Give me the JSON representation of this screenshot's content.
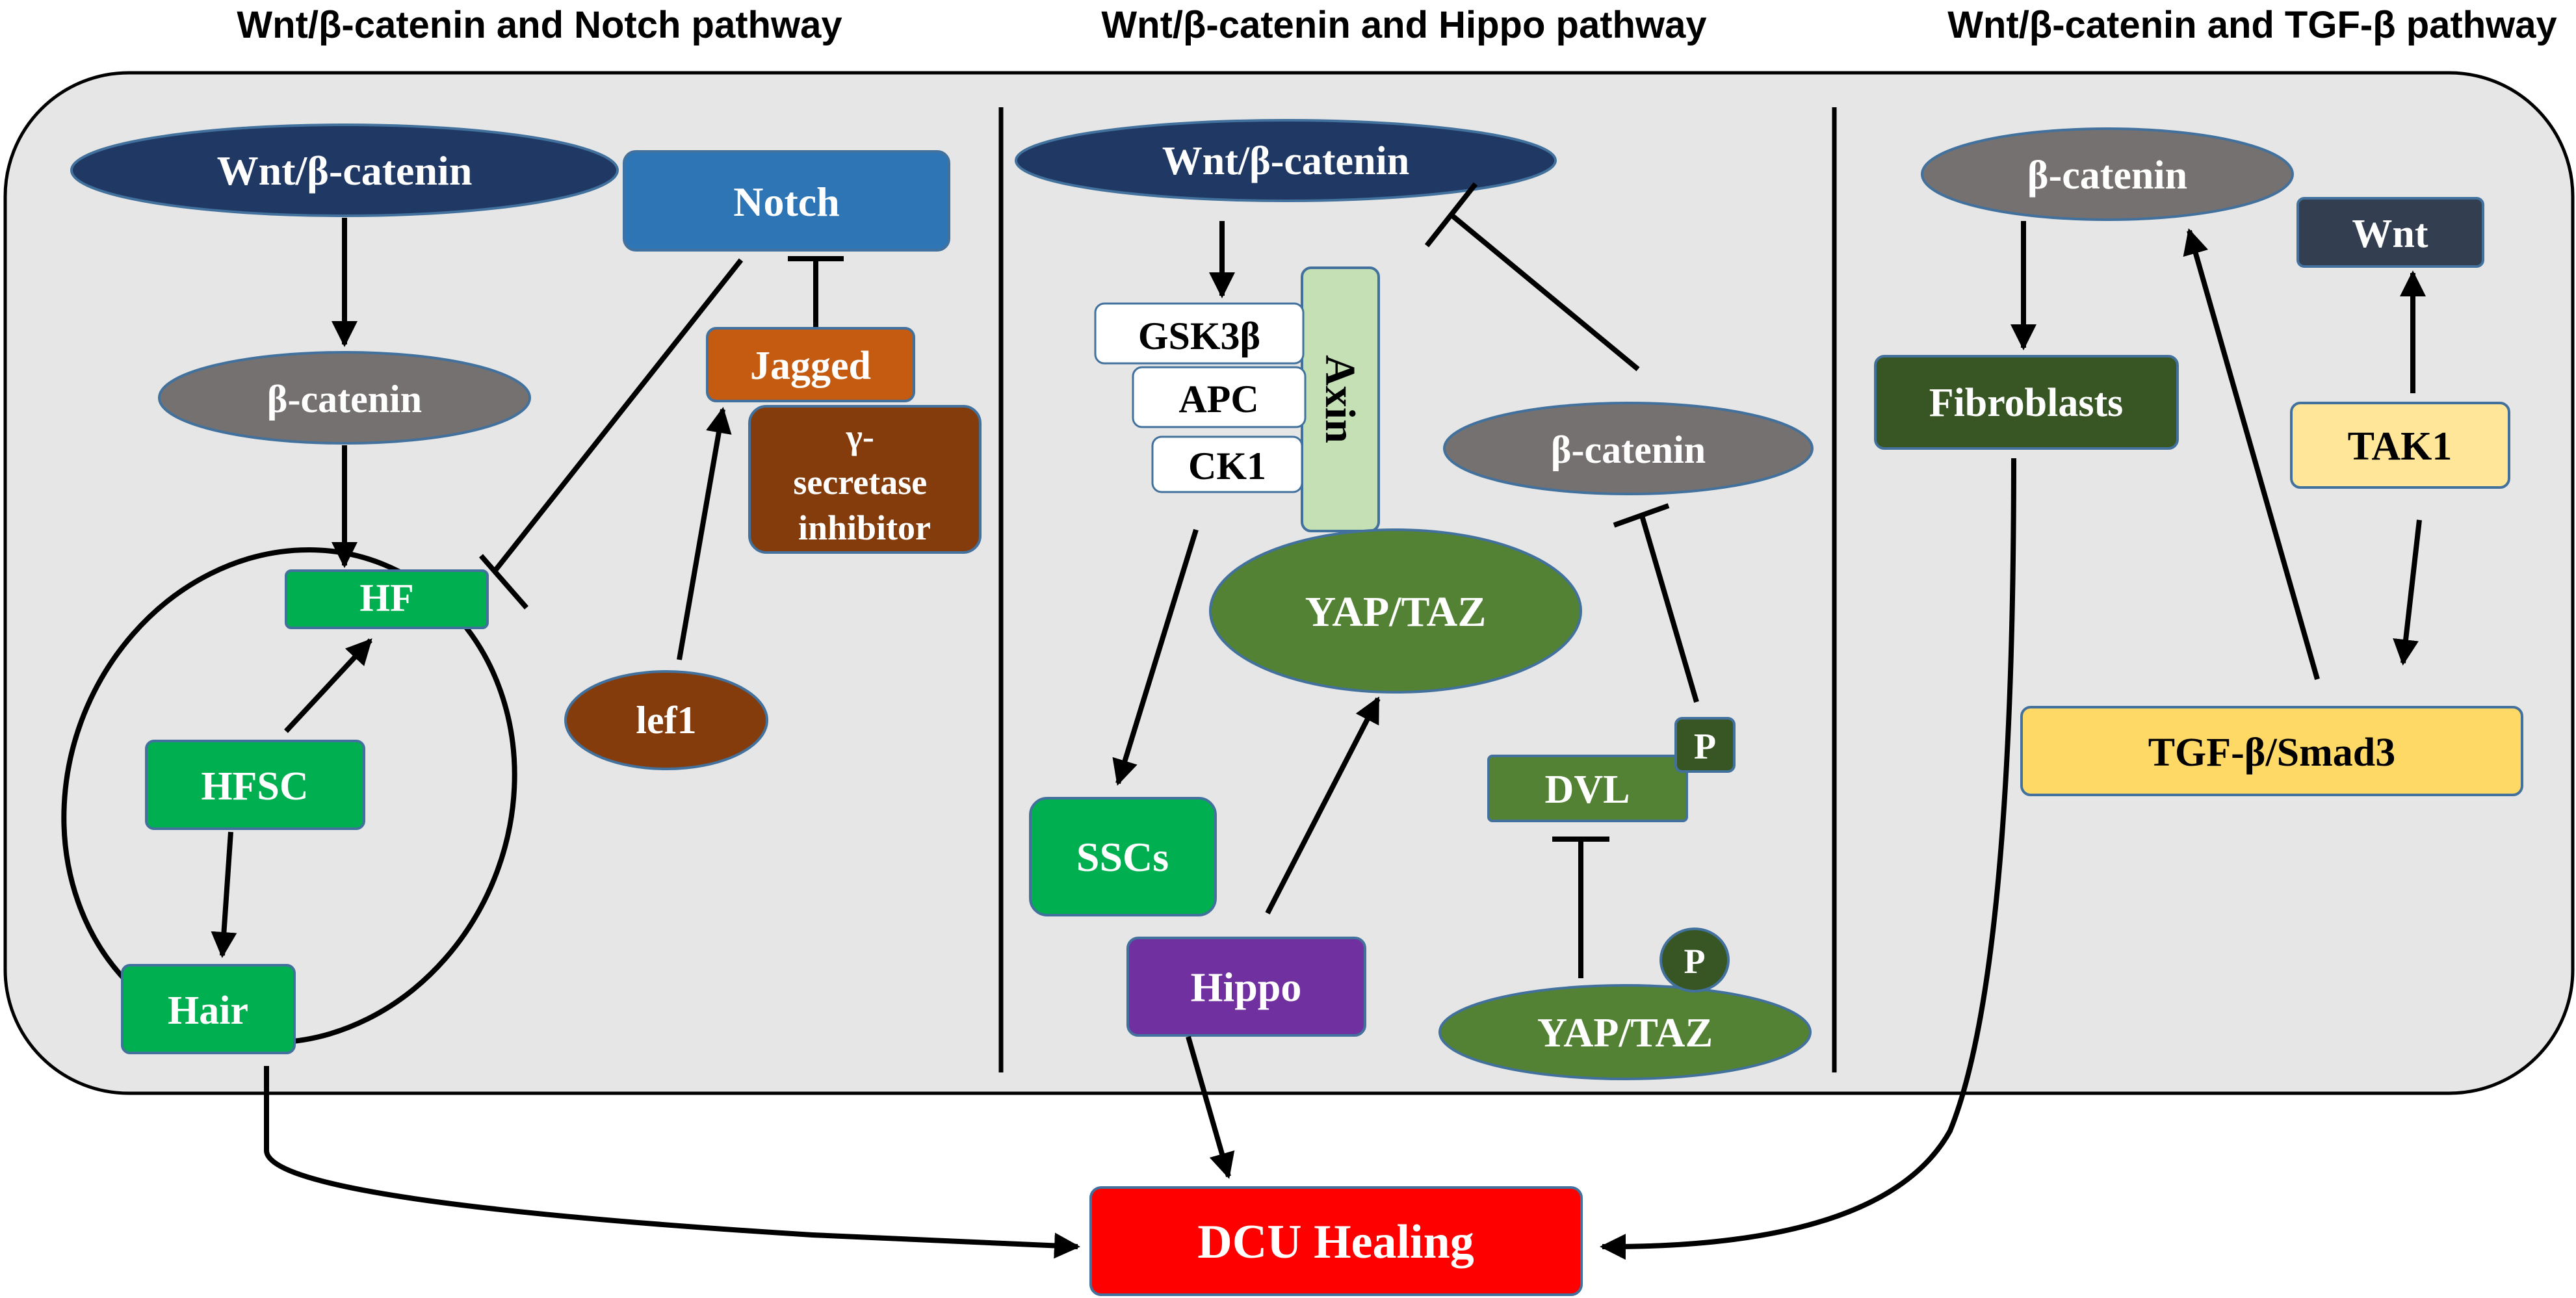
{
  "headers": {
    "notch": "Wnt/β-catenin and Notch pathway",
    "hippo": "Wnt/β-catenin and Hippo pathway",
    "tgf": "Wnt/β-catenin and TGF-β pathway"
  },
  "notch": {
    "wnt": "Wnt/β-catenin",
    "catenin": "β-catenin",
    "notch": "Notch",
    "jagged": "Jagged",
    "gamma": [
      "γ-",
      "secretase",
      "inhibitor"
    ],
    "hf": "HF",
    "hfsc": "HFSC",
    "hair": "Hair",
    "lef1": "lef1"
  },
  "hippo": {
    "wnt": "Wnt/β-catenin",
    "gsk": "GSK3β",
    "apc": "APC",
    "ck1": "CK1",
    "axin": "Axin",
    "yaptaz_top": "YAP/TAZ",
    "catenin": "β-catenin",
    "p_dvl": "P",
    "dvl": "DVL",
    "sscs": "SSCs",
    "hippo": "Hippo",
    "p_yap": "P",
    "yaptaz_bottom": "YAP/TAZ"
  },
  "tgf": {
    "catenin": "β-catenin",
    "wnt": "Wnt",
    "fibroblasts": "Fibroblasts",
    "tak1": "TAK1",
    "smad": "TGF-β/Smad3"
  },
  "outcome": "DCU Healing",
  "colors": {
    "panel": "#e6e6e6",
    "navy": "#1f3864",
    "gray": "#767171",
    "blue": "#2e75b6",
    "orange": "#c55a11",
    "brown": "#843c0c",
    "green": "#00b050",
    "olive": "#548235",
    "darkgreen": "#375623",
    "lightgreen": "#c5e0b4",
    "purple": "#7030a0",
    "slate": "#333f50",
    "lightyellow": "#ffe699",
    "yellow": "#ffd966",
    "red": "#ff0000"
  }
}
